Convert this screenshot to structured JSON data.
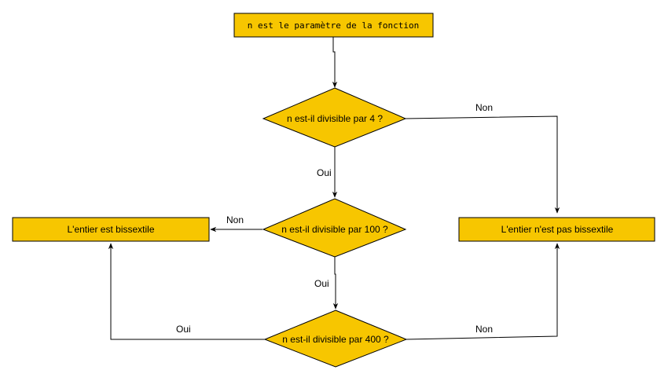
{
  "colors": {
    "fill": "#F7C600",
    "stroke": "#000000",
    "background": "#FFFFFF"
  },
  "nodes": {
    "start": {
      "text": "n est le paramètre de la fonction"
    },
    "q4": {
      "text": "n est-il divisible par 4 ?"
    },
    "q100": {
      "text": "n est-il divisible par 100 ?"
    },
    "q400": {
      "text": "n est-il divisible par 400 ?"
    },
    "leap": {
      "text": "L'entier est bissextile"
    },
    "notleap": {
      "text": "L'entier n'est pas bissextile"
    }
  },
  "edges": {
    "q4_non": {
      "label": "Non"
    },
    "q4_oui": {
      "label": "Oui"
    },
    "q100_non": {
      "label": "Non"
    },
    "q100_oui": {
      "label": "Oui"
    },
    "q400_oui": {
      "label": "Oui"
    },
    "q400_non": {
      "label": "Non"
    }
  }
}
